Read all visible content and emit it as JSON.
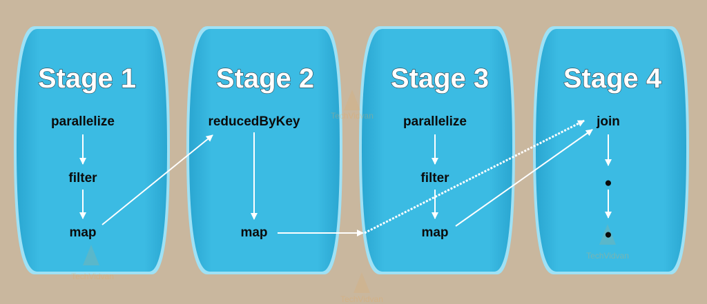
{
  "colors": {
    "background": "#c9b79e",
    "stage_fill": "#39b8e1",
    "stage_rim": "#9fe1f5",
    "arrow": "#ffffff",
    "text": "#0b0b0b",
    "title": "#ffffff"
  },
  "stages": [
    {
      "title": "Stage 1",
      "nodes": [
        "parallelize",
        "filter",
        "map"
      ]
    },
    {
      "title": "Stage 2",
      "nodes": [
        "reducedByKey",
        "map"
      ]
    },
    {
      "title": "Stage 3",
      "nodes": [
        "parallelize",
        "filter",
        "map"
      ]
    },
    {
      "title": "Stage 4",
      "nodes": [
        "join",
        "●",
        "●"
      ]
    }
  ],
  "connections": [
    {
      "from": "Stage 1: map",
      "to": "Stage 2: reducedByKey",
      "style": "solid"
    },
    {
      "from": "Stage 2: map",
      "to": "Stage 4: join",
      "style": "dashed"
    },
    {
      "from": "Stage 3: map",
      "to": "Stage 4: join",
      "style": "solid"
    }
  ],
  "watermark": {
    "text": "TechVidvan"
  }
}
